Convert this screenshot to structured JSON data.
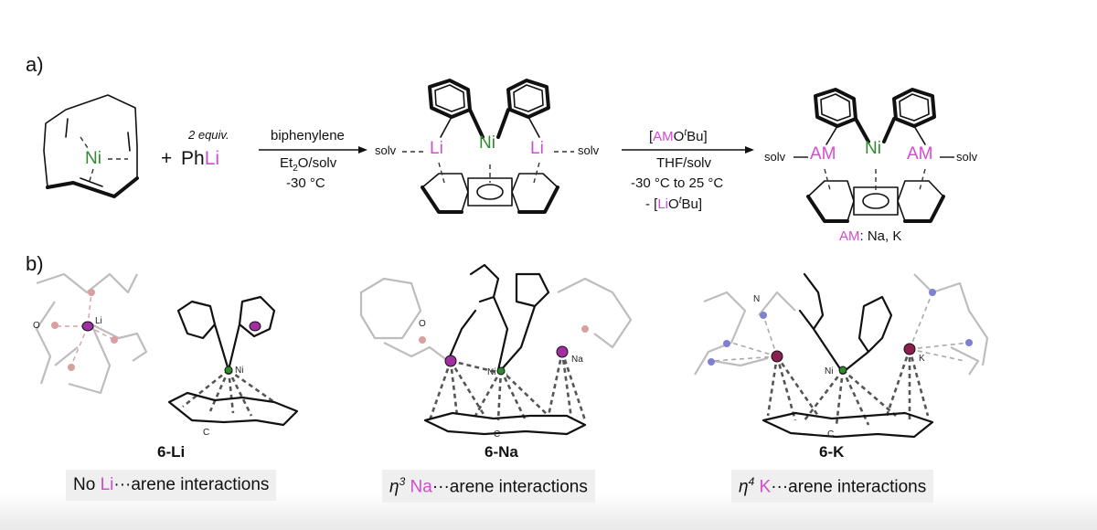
{
  "panels": {
    "a": "a)",
    "b": "b)"
  },
  "scheme": {
    "reactant_center": "Ni",
    "plus": "+",
    "equiv": "2 equiv.",
    "reagent_prefix": "Ph",
    "reagent_metal": "Li",
    "step1": {
      "line1": "biphenylene",
      "line2_a": "Et",
      "line2_sub": "2",
      "line2_b": "O/solv",
      "line3": "-30 °C"
    },
    "intermediate": {
      "left_solv": "solv",
      "left_metal": "Li",
      "center": "Ni",
      "right_metal": "Li",
      "right_solv": "solv"
    },
    "step2": {
      "line1_open": "[",
      "line1_metal": "AM",
      "line1_rest": "O",
      "line1_sup": "t",
      "line1_end": "Bu]",
      "line2": "THF/solv",
      "line3": "-30 °C to 25 °C",
      "line4_a": "- [",
      "line4_metal": "Li",
      "line4_b": "O",
      "line4_sup": "t",
      "line4_c": "Bu]"
    },
    "product": {
      "left_solv": "solv",
      "left_metal": "AM",
      "center": "Ni",
      "right_metal": "AM",
      "right_solv": "solv"
    },
    "am_note_metal": "AM",
    "am_note_rest": ": Na, K"
  },
  "structures": {
    "li": {
      "name": "6-Li",
      "labels": {
        "O": "O",
        "Li": "Li",
        "Ni": "Ni",
        "C": "C"
      },
      "caption_a": "No ",
      "caption_metal": "Li",
      "caption_b": "···arene interactions"
    },
    "na": {
      "name": "6-Na",
      "labels": {
        "O": "O",
        "Ni": "Ni",
        "Na": "Na",
        "C": "C"
      },
      "caption_eta": "η",
      "caption_sup": "3",
      "caption_metal": " Na",
      "caption_b": "···arene interactions"
    },
    "k": {
      "name": "6-K",
      "labels": {
        "N": "N",
        "Ni": "Ni",
        "K": "K",
        "C": "C"
      },
      "caption_eta": "η",
      "caption_sup": "4",
      "caption_metal": " K",
      "caption_b": "···arene interactions"
    }
  },
  "colors": {
    "metal": "#d44ad4",
    "nickel": "#2e8b2e"
  }
}
